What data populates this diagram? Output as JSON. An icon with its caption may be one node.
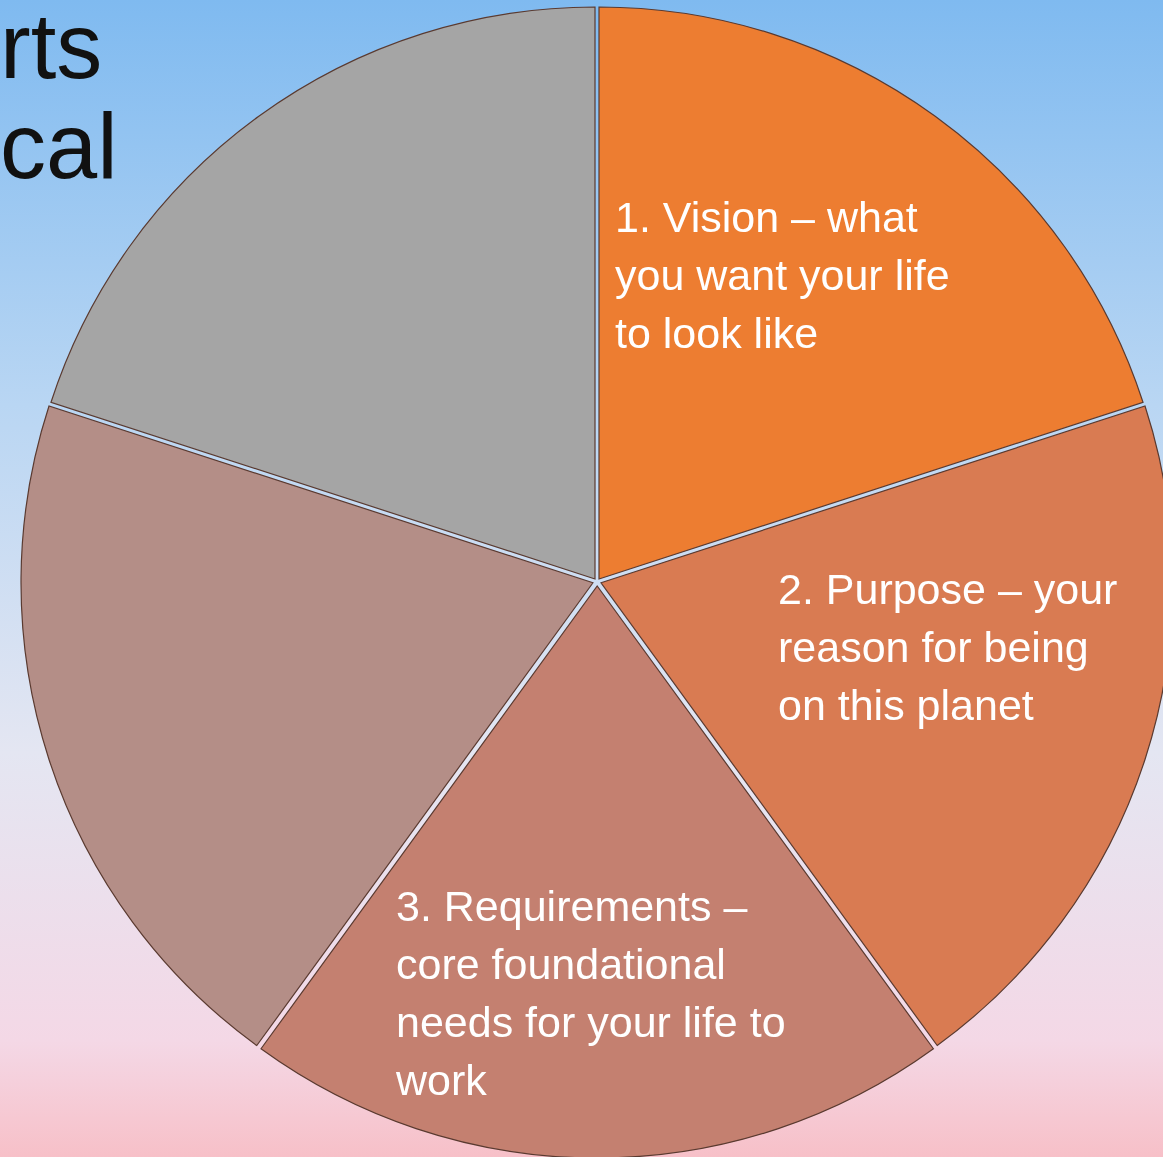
{
  "diagram": {
    "nodes": [
      {
        "text": [
          "1. Vision – what you want your life to look like"
        ]
      },
      {
        "text": [
          "2. Purpose – your reason for being on this planet"
        ]
      },
      {
        "text": [
          "3. Requirements – core foundational needs for your life to work"
        ]
      },
      {
        "text": [],
        "shape": "wedge"
      },
      {
        "text": [],
        "shape": "wedge"
      }
    ],
    "labels": [
      "rts",
      "cal"
    ]
  }
}
